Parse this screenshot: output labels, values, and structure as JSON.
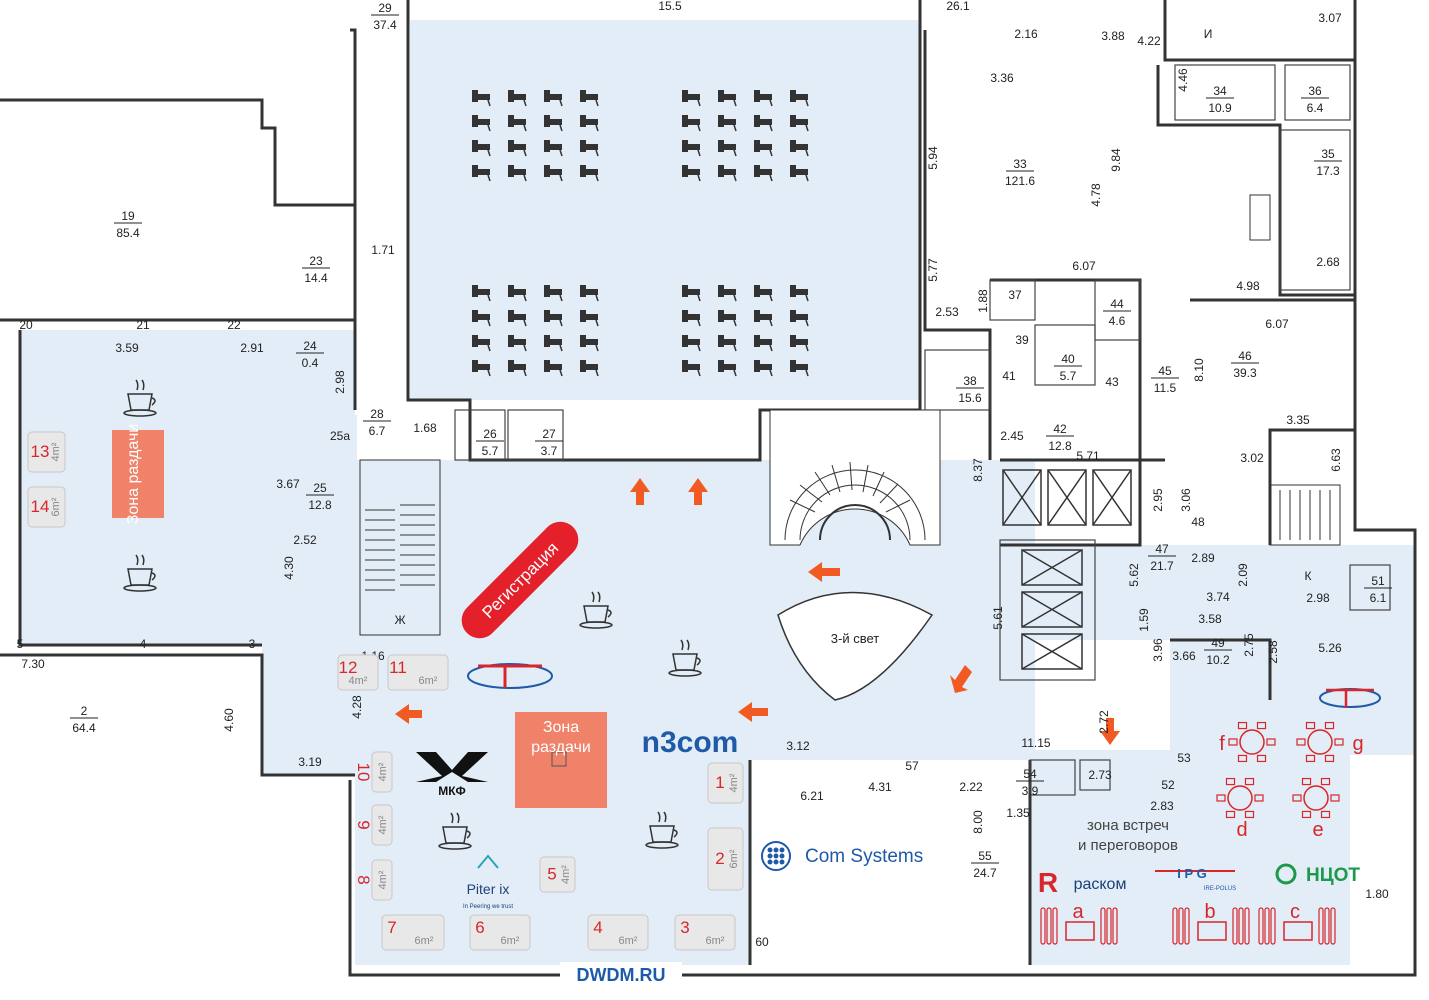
{
  "colors": {
    "floor": "#e3edf7",
    "wall": "#333333",
    "booth_number": "#d8262a",
    "arrow": "#f15a22",
    "zone": "#f0826a",
    "registration": "#e4202b"
  },
  "rooms": [
    {
      "id": "r19",
      "num": "19",
      "area": "85.4"
    },
    {
      "id": "r23",
      "num": "23",
      "area": "14.4"
    },
    {
      "id": "r24",
      "num": "24",
      "area": "0.4"
    },
    {
      "id": "r25",
      "num": "25",
      "area": "12.8"
    },
    {
      "id": "r26",
      "num": "26",
      "area": "5.7"
    },
    {
      "id": "r27",
      "num": "27",
      "area": "3.7"
    },
    {
      "id": "r28",
      "num": "28",
      "area": "6.7"
    },
    {
      "id": "r2",
      "num": "2",
      "area": "64.4"
    },
    {
      "id": "r33",
      "num": "33",
      "area": "121.6"
    },
    {
      "id": "r34",
      "num": "34",
      "area": "10.9"
    },
    {
      "id": "r36",
      "num": "36",
      "area": "6.4"
    },
    {
      "id": "r35",
      "num": "35",
      "area": "17.3"
    },
    {
      "id": "r38",
      "num": "38",
      "area": "15.6"
    },
    {
      "id": "r40",
      "num": "40",
      "area": "5.7"
    },
    {
      "id": "r42",
      "num": "42",
      "area": "12.8"
    },
    {
      "id": "r44",
      "num": "44",
      "area": "4.6"
    },
    {
      "id": "r45",
      "num": "45",
      "area": "11.5"
    },
    {
      "id": "r46",
      "num": "46",
      "area": "39.3"
    },
    {
      "id": "r47",
      "num": "47",
      "area": "21.7"
    },
    {
      "id": "r49",
      "num": "49",
      "area": "10.2"
    },
    {
      "id": "r51",
      "num": "51",
      "area": "6.1"
    },
    {
      "id": "r54",
      "num": "54",
      "area": "3.9"
    },
    {
      "id": "r55",
      "num": "55",
      "area": "24.7"
    },
    {
      "id": "r29top",
      "num": "29",
      "area": "37.4"
    }
  ],
  "room_numbers": [
    "20",
    "21",
    "22",
    "25а",
    "37",
    "39",
    "41",
    "43",
    "48",
    "52",
    "53",
    "57",
    "60",
    "5",
    "4",
    "3",
    "И",
    "К",
    "Ж"
  ],
  "dimensions": [
    "15.5",
    "26.1",
    "2.16",
    "3.88",
    "4.22",
    "3.07",
    "4.46",
    "3.36",
    "5.94",
    "9.84",
    "4.78",
    "5.77",
    "6.07",
    "2.68",
    "4.98",
    "2.53",
    "1.88",
    "1.71",
    "3.59",
    "2.91",
    "2.98",
    "1.68",
    "3.67",
    "2.52",
    "4.30",
    "2.45",
    "8.37",
    "5.71",
    "8.10",
    "6.07",
    "3.35",
    "3.02",
    "6.63",
    "2.95",
    "3.06",
    "2.89",
    "2.09",
    "3.74",
    "2.98",
    "3.58",
    "1.59",
    "3.66",
    "3.96",
    "2.75",
    "2.58",
    "5.26",
    "5.62",
    "5.61",
    "2.72",
    "11.15",
    "2.73",
    "2.83",
    "3.12",
    "4.31",
    "6.21",
    "2.22",
    "8.00",
    "1.35",
    "1.80",
    "7.30",
    "4.60",
    "4.28",
    "3.19",
    "1.16"
  ],
  "booths": [
    {
      "n": "1",
      "size": "4m²"
    },
    {
      "n": "2",
      "size": "6m²"
    },
    {
      "n": "3",
      "size": "6m²"
    },
    {
      "n": "4",
      "size": "6m²"
    },
    {
      "n": "5",
      "size": "4m²"
    },
    {
      "n": "6",
      "size": "6m²"
    },
    {
      "n": "7",
      "size": "6m²"
    },
    {
      "n": "8",
      "size": "4m²"
    },
    {
      "n": "9",
      "size": "4m²"
    },
    {
      "n": "10",
      "size": "4m²"
    },
    {
      "n": "11",
      "size": "6m²"
    },
    {
      "n": "12",
      "size": "4m²"
    },
    {
      "n": "13",
      "size": "4m²"
    },
    {
      "n": "14",
      "size": "6m²"
    }
  ],
  "zones": {
    "serving_vertical": "Зона раздачи",
    "serving_center_line1": "Зона",
    "serving_center_line2": "раздачи",
    "registration": "Регистрация",
    "third_light": "3-й свет",
    "meeting_line1": "зона встреч",
    "meeting_line2": "и переговоров"
  },
  "tables": [
    "a",
    "b",
    "c",
    "d",
    "e",
    "f",
    "g"
  ],
  "logos": {
    "n3com": "n3com",
    "com_systems": "Com Systems",
    "mkf": "МКФ",
    "piterix": "Piter ix",
    "piterix_tag": "In Peering we trust",
    "raskom": "раском",
    "ipg": "I P G",
    "ipg_tag": "IRE-POLUS",
    "ncot": "НЦОТ",
    "footer": "DWDM.RU"
  },
  "icons": [
    "coffee-cup-icon",
    "arrow-icon",
    "chair-icon",
    "staircase-icon",
    "elevator-icon",
    "meeting-table-icon"
  ]
}
